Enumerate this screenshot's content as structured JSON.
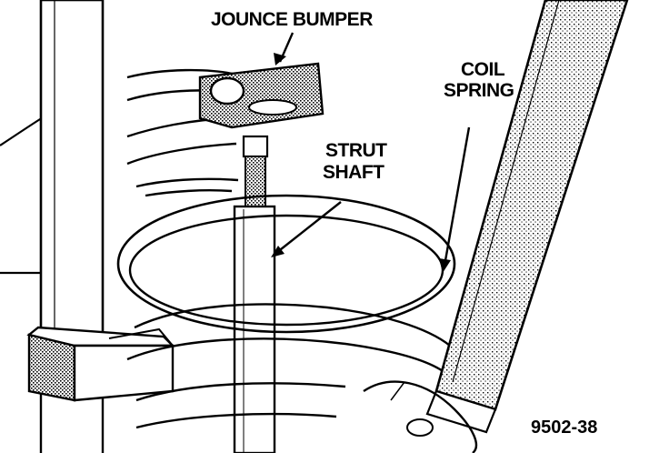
{
  "labels": {
    "jounce_bumper": "JOUNCE BUMPER",
    "coil_spring_line1": "COIL",
    "coil_spring_line2": "SPRING",
    "strut_shaft_line1": "STRUT",
    "strut_shaft_line2": "SHAFT"
  },
  "figure_code": "9502-38",
  "colors": {
    "ink": "#000000",
    "paper": "#ffffff"
  }
}
